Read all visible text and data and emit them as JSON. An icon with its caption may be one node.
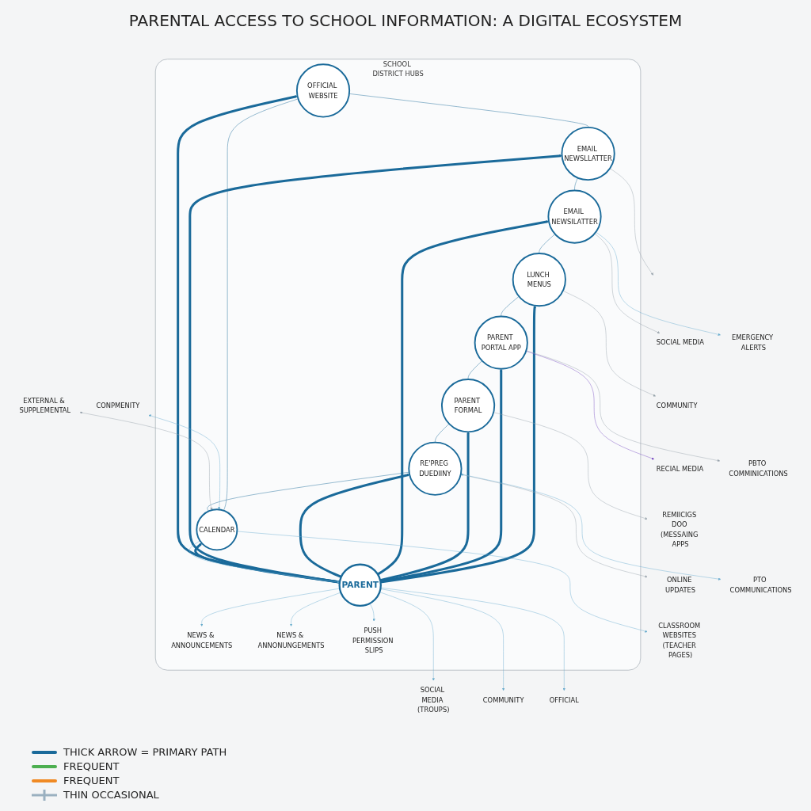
{
  "diagram": {
    "title": "PARENTAL ACCESS TO SCHOOL INFORMATION: A DIGITAL ECOSYSTEM",
    "nodes": [
      {
        "text": [
          "SCHOOL DISTRICT HUBS"
        ]
      },
      {
        "text": [
          "EXTERNAL & SUPPLEMENTAL"
        ]
      },
      {
        "text": [
          "SOCIAL MEDIA (TROUPS)"
        ]
      },
      {
        "text": [
          "OFFICIAL WEBSITE"
        ],
        "in": 0
      },
      {
        "text": [
          "CONPMENITY"
        ]
      },
      {
        "text": [
          "CALENDAR"
        ],
        "in": 0
      },
      {
        "text": [
          "CLASSROOM WEBSITES (TEACHER PAGES)"
        ]
      },
      {
        "text": [
          "NEWS & ANNOUNCEMENTS"
        ],
        "in": 0
      },
      {
        "text": [
          "EMAIL NEWSLLATTER"
        ],
        "in": 0
      },
      {
        "text": [
          "COMMUNITY"
        ]
      },
      {
        "text": [
          "ONLINE UPDATES"
        ]
      },
      {
        "text": [
          "RE'PREG DUEDIINY"
        ],
        "in": 0
      },
      {
        "text": [
          "PARENT"
        ],
        "in": 0
      },
      {
        "text": [
          "EMAIL NEWSILATTER"
        ],
        "in": 0
      },
      {
        "text": [
          "SOCIAL MEDIA"
        ]
      },
      {
        "text": [
          "NEWS & ANNONUNGEMENTS"
        ],
        "in": 0
      },
      {
        "text": [
          "PTO COMMUNICATIONS"
        ]
      },
      {
        "text": [
          "EMERGENCY ALERTS"
        ]
      },
      {
        "text": [
          "PUSH PERMISSION SLIPS"
        ],
        "in": 0
      },
      {
        "text": [
          "PARENT FORMAL"
        ],
        "in": 0
      },
      {
        "text": [
          "LUNCH MENUS"
        ],
        "in": 0
      },
      {
        "text": [
          "REMIICIGS DOO (MESSAING APPS"
        ]
      },
      {
        "text": [
          "PARENT PORTAL APP"
        ],
        "in": 0
      },
      {
        "text": [
          "COMMUNITY"
        ]
      },
      {
        "text": [
          "OFFICIAL"
        ]
      },
      {
        "text": [
          "RECIAL MEDIA"
        ]
      },
      {
        "text": [
          "PBTO COMMINICATIONS"
        ]
      }
    ],
    "edges": [
      {
        "from": 3,
        "to": 8,
        "arrow": "none"
      },
      {
        "from": 8,
        "to": 13,
        "arrow": "none"
      },
      {
        "from": 13,
        "to": 20,
        "arrow": "none"
      },
      {
        "from": 20,
        "to": 22,
        "arrow": "none"
      },
      {
        "from": 22,
        "to": 19,
        "arrow": "none"
      },
      {
        "from": 19,
        "to": 11,
        "arrow": "none"
      },
      {
        "from": 11,
        "to": 5,
        "arrow": "none"
      },
      {
        "from": 5,
        "to": 3,
        "arrow": "none"
      },
      {
        "from": 12,
        "to": 3,
        "arrow": "to",
        "style": "thick"
      },
      {
        "from": 12,
        "to": 5,
        "arrow": "to",
        "style": "thick"
      },
      {
        "from": 12,
        "to": 8,
        "arrow": "to",
        "style": "thick"
      },
      {
        "from": 12,
        "to": 11,
        "arrow": "to",
        "style": "thick"
      },
      {
        "from": 12,
        "to": 13,
        "arrow": "to",
        "style": "thick"
      },
      {
        "from": 12,
        "to": 19,
        "arrow": "to",
        "style": "thick"
      },
      {
        "from": 12,
        "to": 22,
        "arrow": "to",
        "style": "thick"
      },
      {
        "from": 12,
        "to": 20,
        "arrow": "to",
        "style": "thick"
      },
      {
        "from": 12,
        "to": 2,
        "arrow": "to",
        "color": "#6aaed0"
      },
      {
        "from": 12,
        "to": 9,
        "arrow": "to",
        "color": "#6aaed0"
      },
      {
        "from": 12,
        "to": 7,
        "arrow": "to",
        "color": "#6aaed0"
      },
      {
        "from": 12,
        "to": 15,
        "arrow": "to",
        "color": "#6aaed0"
      },
      {
        "from": 12,
        "to": 18,
        "arrow": "to",
        "color": "#6aaed0"
      },
      {
        "from": 12,
        "to": 24,
        "arrow": "to",
        "color": "#6aaed0"
      },
      {
        "from": 5,
        "to": 12,
        "arrow": "to",
        "color": "#6aaed0"
      },
      {
        "from": 1,
        "to": 5,
        "arrow": "both",
        "color": "#9aa5ad"
      },
      {
        "from": 4,
        "to": 5,
        "arrow": "both",
        "color": "#6aaed0"
      },
      {
        "from": 5,
        "to": 6,
        "arrow": "to",
        "color": "#6aaed0"
      },
      {
        "from": 11,
        "to": 10,
        "arrow": "to",
        "color": "#9aa5ad"
      },
      {
        "from": 11,
        "to": 16,
        "arrow": "both",
        "color": "#6aaed0"
      },
      {
        "from": 19,
        "to": 21,
        "arrow": "to",
        "color": "#9aa5ad"
      },
      {
        "from": 22,
        "to": 26,
        "arrow": "to",
        "color": "#9aa5ad"
      },
      {
        "from": 22,
        "to": 25,
        "arrow": "to",
        "color": "#7b4fc4"
      },
      {
        "from": 20,
        "to": 23,
        "arrow": "to",
        "color": "#9aa5ad"
      },
      {
        "from": 13,
        "to": 17,
        "arrow": "to",
        "color": "#6aaed0"
      },
      {
        "from": 13,
        "to": 14,
        "arrow": "to",
        "color": "#9aa5ad"
      },
      {
        "from": 8,
        "to": null,
        "arrow": "to",
        "color": "#9aa5ad"
      }
    ],
    "legend": [
      {
        "text": "THICK ARROW = PRIMARY PATH",
        "color": "#1a6a9a"
      },
      {
        "text": "FREQUENT",
        "color": "#4caf50"
      },
      {
        "text": "FREQUENT",
        "color": "#f08a24"
      },
      {
        "text": "THIN OCCASIONAL"
      }
    ]
  }
}
